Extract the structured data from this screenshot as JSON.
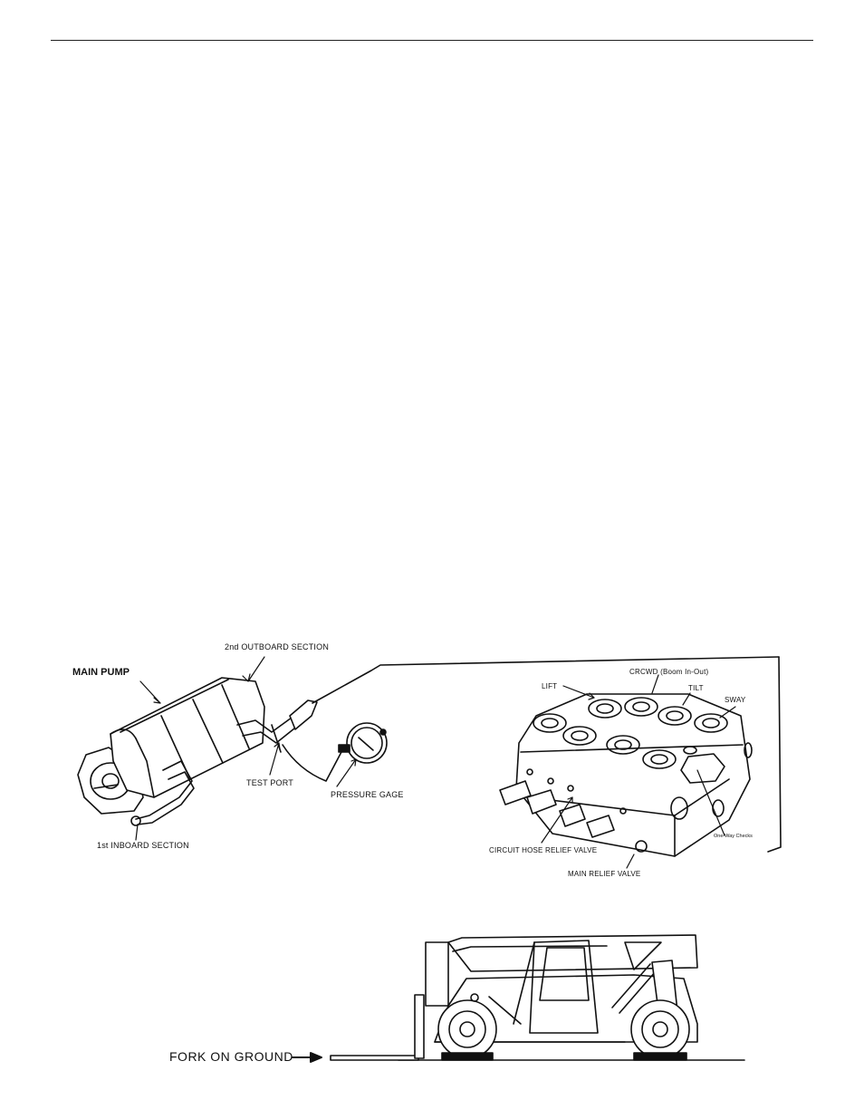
{
  "pump_diagram": {
    "main_pump": "MAIN PUMP",
    "outboard": "2nd OUTBOARD SECTION",
    "inboard": "1st INBOARD SECTION",
    "test_port": "TEST PORT",
    "gage": "PRESSURE GAGE"
  },
  "valve_diagram": {
    "lift": "LIFT",
    "crowd": "CRCWD (Boom In-Out)",
    "tilt": "TILT",
    "sway": "SWAY",
    "circuit_relief": "CIRCUIT HOSE RELIEF VALVE",
    "main_relief": "MAIN RELIEF VALVE",
    "checks": "One-Way Checks"
  },
  "forklift_diagram": {
    "fork_label": "FORK ON GROUND"
  }
}
